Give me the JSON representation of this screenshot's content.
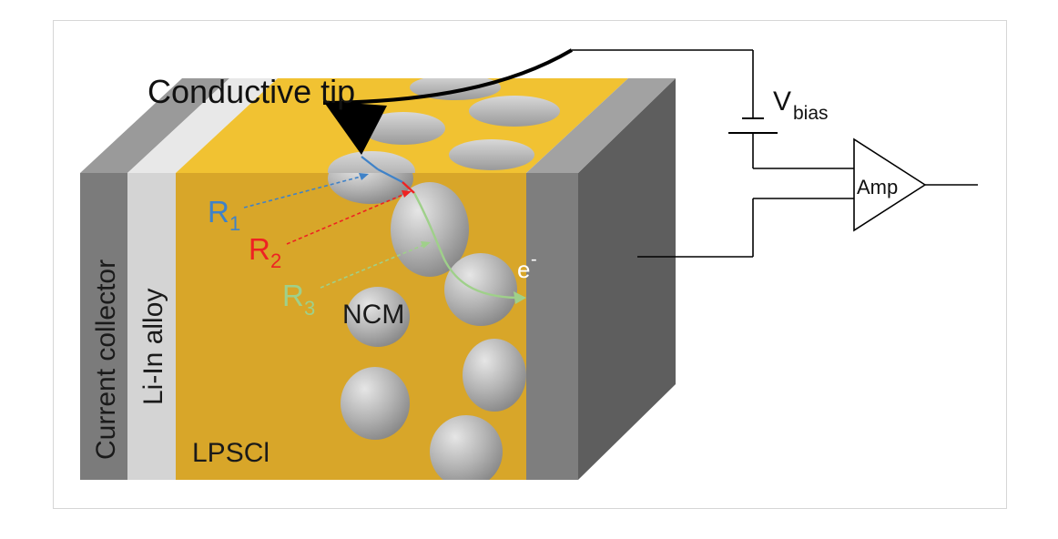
{
  "labels": {
    "conductive_tip": "Conductive tip",
    "v_bias_main": "V",
    "v_bias_sub": "bias",
    "amp": "Amp",
    "current_collector": "Current collector",
    "li_in_alloy": "Li-In alloy",
    "lpscl": "LPSCl",
    "ncm": "NCM",
    "electron": "e",
    "electron_sup": "-",
    "r1": "R",
    "r1_sub": "1",
    "r2": "R",
    "r2_sub": "2",
    "r3": "R",
    "r3_sub": "3"
  },
  "colors": {
    "lpscl_front": "#d8a629",
    "lpscl_top": "#f2c233",
    "collector_gray": "#7b7b7b",
    "alloy_gray": "#d4d4d4",
    "side_dark": "#606060",
    "r1": "#3f82c8",
    "r2": "#ee2222",
    "r3": "#9fd08a"
  }
}
